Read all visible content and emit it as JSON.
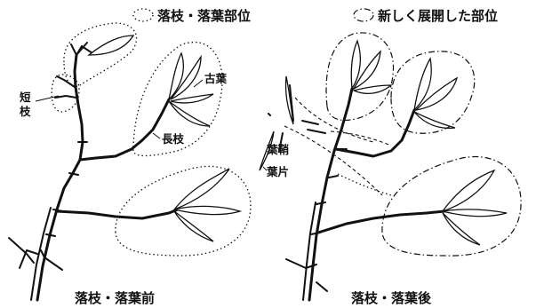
{
  "legend": {
    "dotted": "落枝・落葉部位",
    "dashdot": "新しく展開した部位"
  },
  "panels": [
    {
      "caption": "落枝・落葉前",
      "labels": {
        "short_branch": [
          "短",
          "枝"
        ],
        "old_leaf": "古葉",
        "long_branch": "長枝"
      }
    },
    {
      "caption": "落枝・落葉後",
      "labels": {
        "leaf_sheath": "葉鞘",
        "leaf_blade": "葉片"
      }
    }
  ]
}
